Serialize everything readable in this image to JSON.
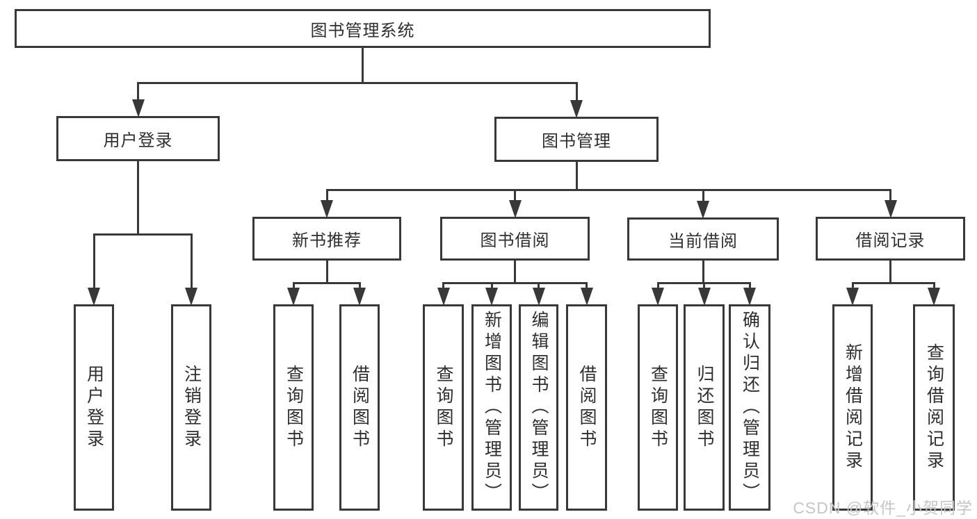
{
  "diagram": {
    "tree": {
      "id": "root",
      "label": "图书管理系统",
      "children": [
        {
          "id": "user-login",
          "label": "用户登录",
          "children": [
            {
              "id": "login",
              "label": "用户登录"
            },
            {
              "id": "logout",
              "label": "注销登录"
            }
          ]
        },
        {
          "id": "book-mgmt",
          "label": "图书管理",
          "children": [
            {
              "id": "new-book-rec",
              "label": "新书推荐",
              "children": [
                {
                  "id": "nbr-query",
                  "label": "查询图书"
                },
                {
                  "id": "nbr-borrow",
                  "label": "借阅图书"
                }
              ]
            },
            {
              "id": "book-borrow",
              "label": "图书借阅",
              "children": [
                {
                  "id": "bb-query",
                  "label": "查询图书"
                },
                {
                  "id": "bb-add",
                  "label": "新增图书（管理员）"
                },
                {
                  "id": "bb-edit",
                  "label": "编辑图书（管理员）"
                },
                {
                  "id": "bb-borrow",
                  "label": "借阅图书"
                }
              ]
            },
            {
              "id": "current-borrow",
              "label": "当前借阅",
              "children": [
                {
                  "id": "cb-query",
                  "label": "查询图书"
                },
                {
                  "id": "cb-return",
                  "label": "归还图书"
                },
                {
                  "id": "cb-confirm",
                  "label": "确认归还（管理员）"
                }
              ]
            },
            {
              "id": "borrow-records",
              "label": "借阅记录",
              "children": [
                {
                  "id": "br-add",
                  "label": "新增借阅记录"
                },
                {
                  "id": "br-query",
                  "label": "查询借阅记录"
                }
              ]
            }
          ]
        }
      ]
    }
  },
  "watermark": {
    "text": "CSDN @软件_小贺同学"
  },
  "colors": {
    "line": "#383838",
    "text": "#2e2e2e",
    "background": "#ffffff",
    "watermark": "#c6c6c6"
  }
}
